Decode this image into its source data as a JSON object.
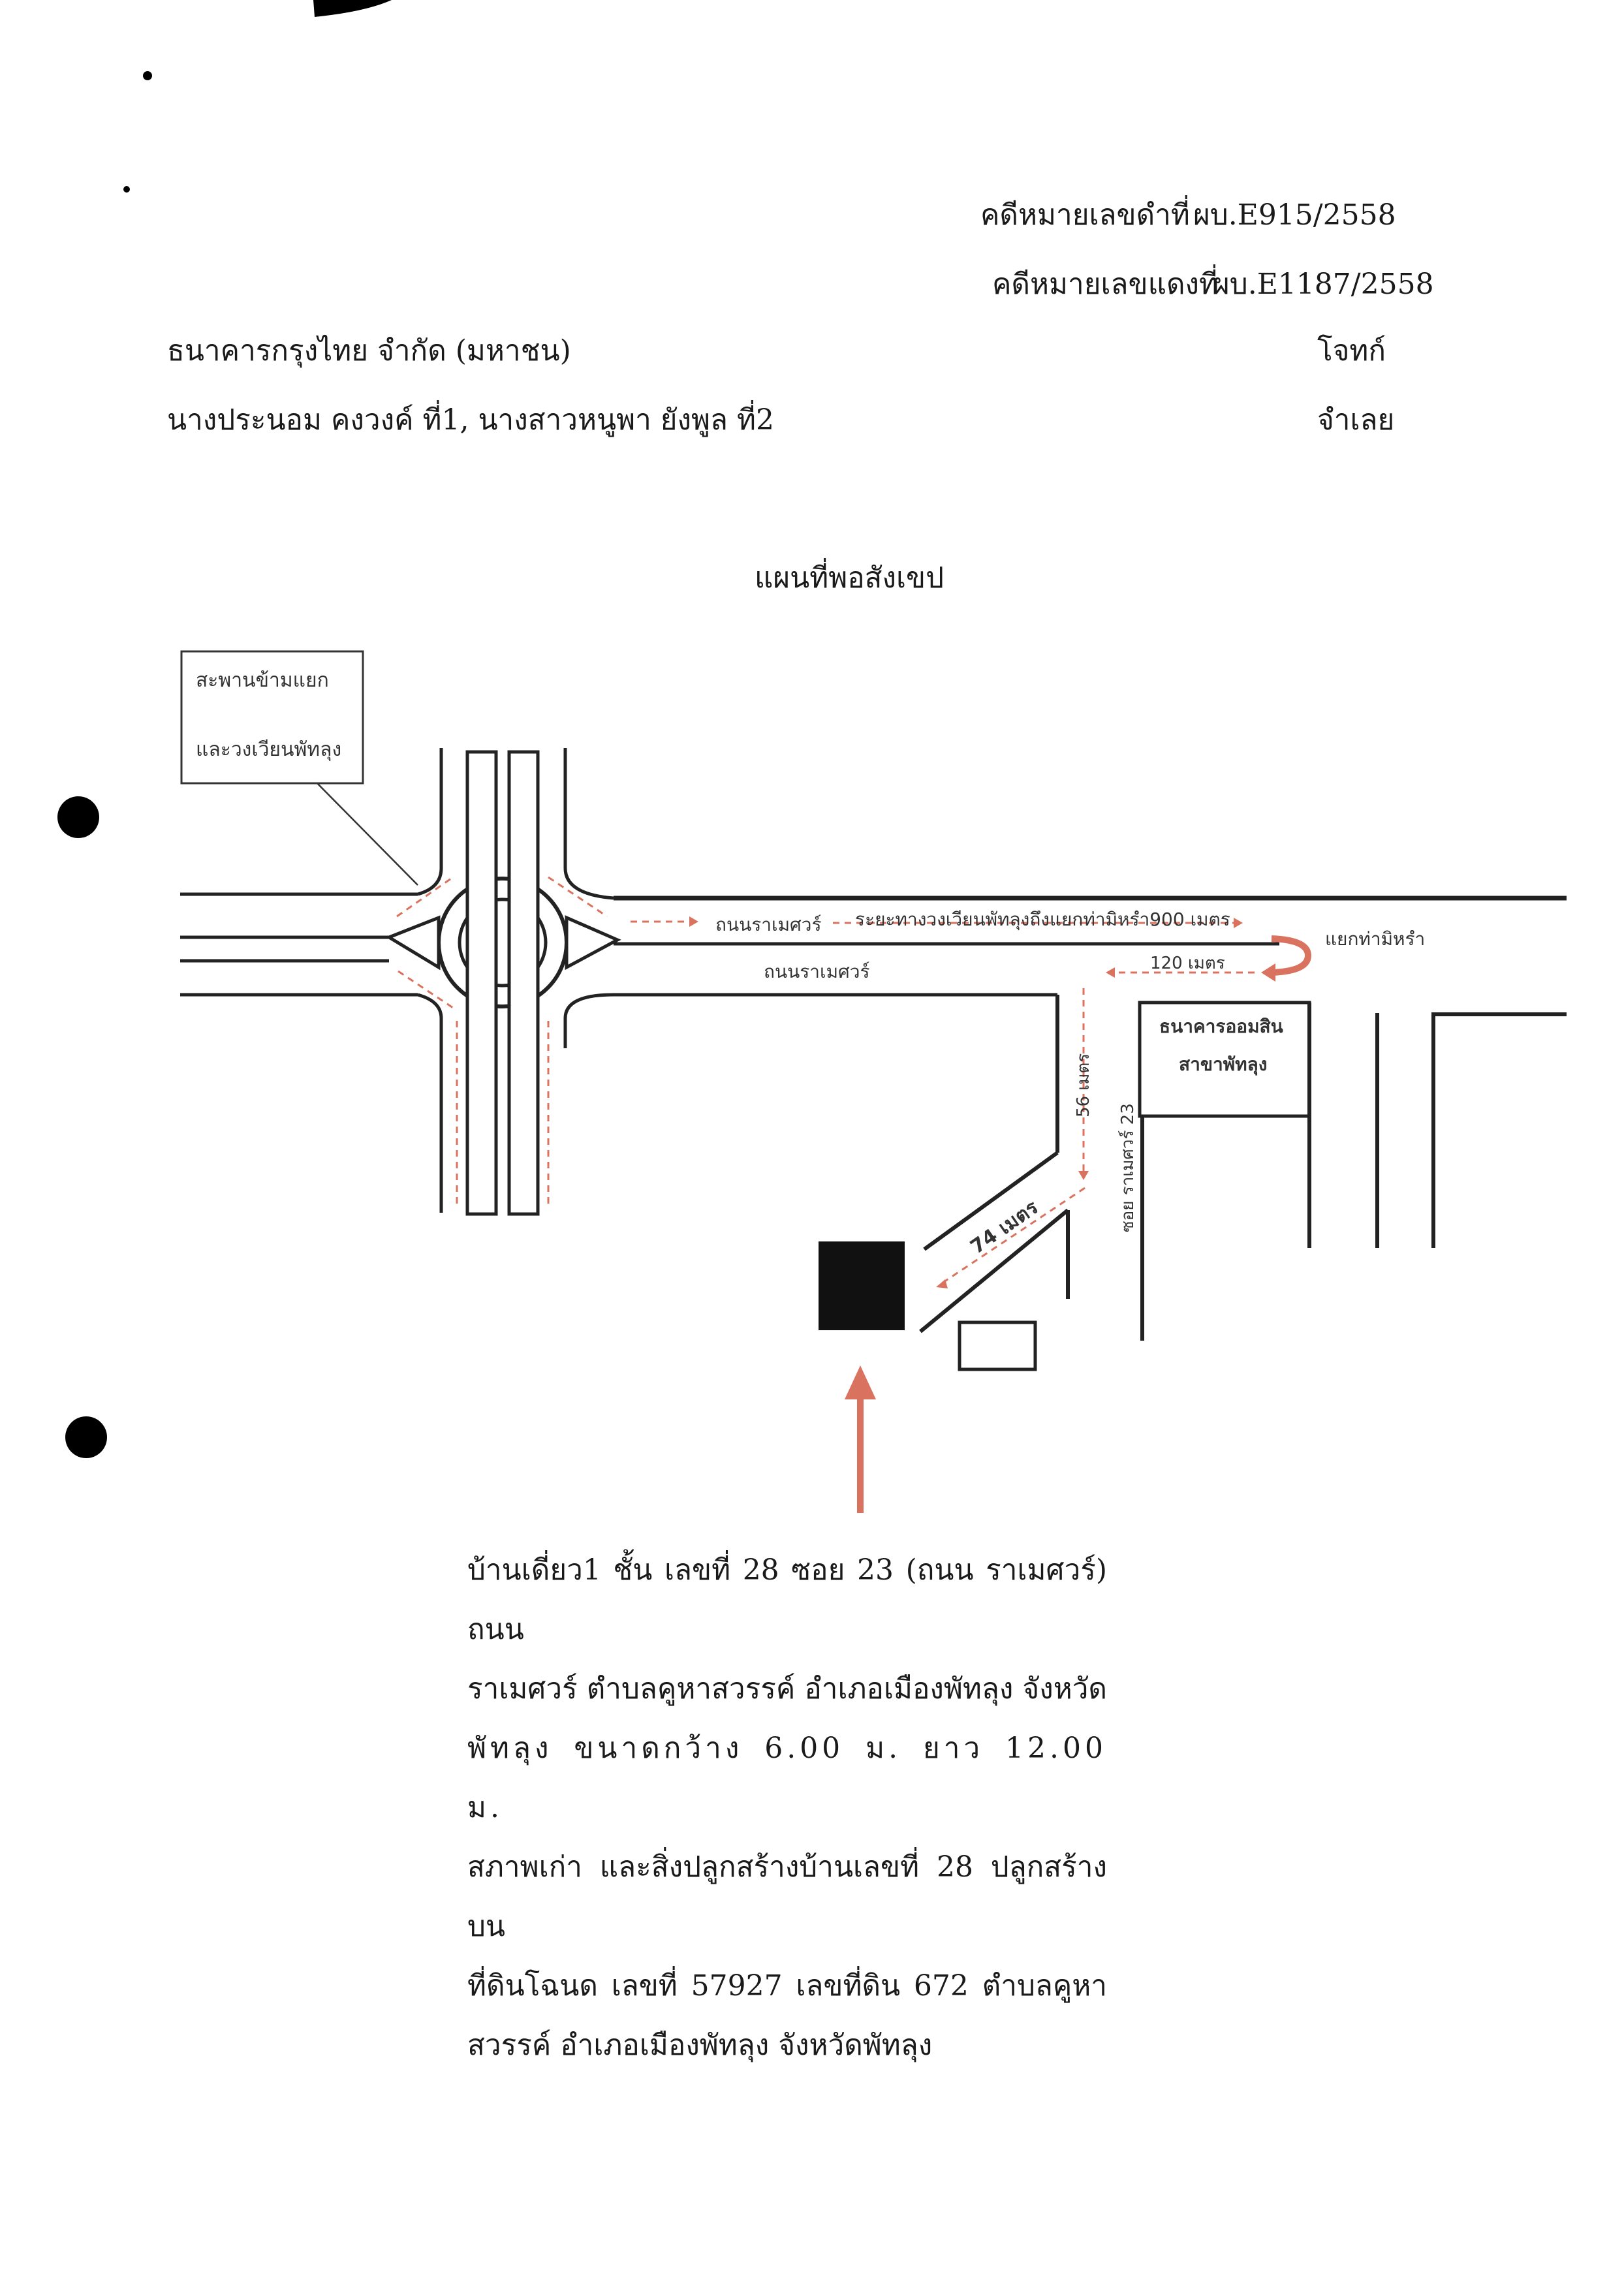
{
  "header": {
    "black_case_label": "คดีหมายเลขดำที่",
    "black_case_no": "ผบ.E915/2558",
    "red_case_label": "คดีหมายเลขแดงที่",
    "red_case_no": "ผบ.E1187/2558",
    "plaintiff": "ธนาคารกรุงไทย จำกัด (มหาชน)",
    "plaintiff_role": "โจทก์",
    "defendants": "นางประนอม คงวงค์ ที่1, นางสาวหนูพา ยังพูล ที่2",
    "defendant_role": "จำเลย"
  },
  "map": {
    "title": "แผนที่พอสังเขป",
    "callout_line1": "สะพานข้ามแยก",
    "callout_line2": "และวงเวียนพัทลุง",
    "road_label_1": "ถนนราเมศวร์",
    "distance_note": "ระยะทางวงเวียนพัทลุงถึงแยกท่ามิหรำ900 เมตร",
    "road_label_2": "ถนนราเมศวร์",
    "junction_label": "แยกท่ามิหรำ",
    "dist_120": "120 เมตร",
    "dist_56": "56 เมตร",
    "dist_74": "74 เมตร",
    "soi_label": "ซอย ราเมศวร์ 23",
    "bank_line1": "ธนาคารออมสิน",
    "bank_line2": "สาขาพัทลุง",
    "arrow_color": "#d9735f"
  },
  "description": {
    "line1": "บ้านเดี่ยว1 ชั้น  เลขที่ 28 ซอย 23 (ถนน ราเมศวร์) ถนน",
    "line2": "ราเมศวร์ ตำบลคูหาสวรรค์  อำเภอเมืองพัทลุง จังหวัด",
    "line3": "พัทลุง  ขนาดกว้าง  6.00  ม.  ยาว  12.00  ม.",
    "line4": " สภาพเก่า และสิ่งปลูกสร้างบ้านเลขที่ 28 ปลูกสร้างบน",
    "line5": "ที่ดินโฉนด  เลขที่    57927 เลขที่ดิน 672 ตำบลคูหา",
    "line6": "สวรรค์ อำเภอเมืองพัทลุง จังหวัดพัทลุง"
  }
}
